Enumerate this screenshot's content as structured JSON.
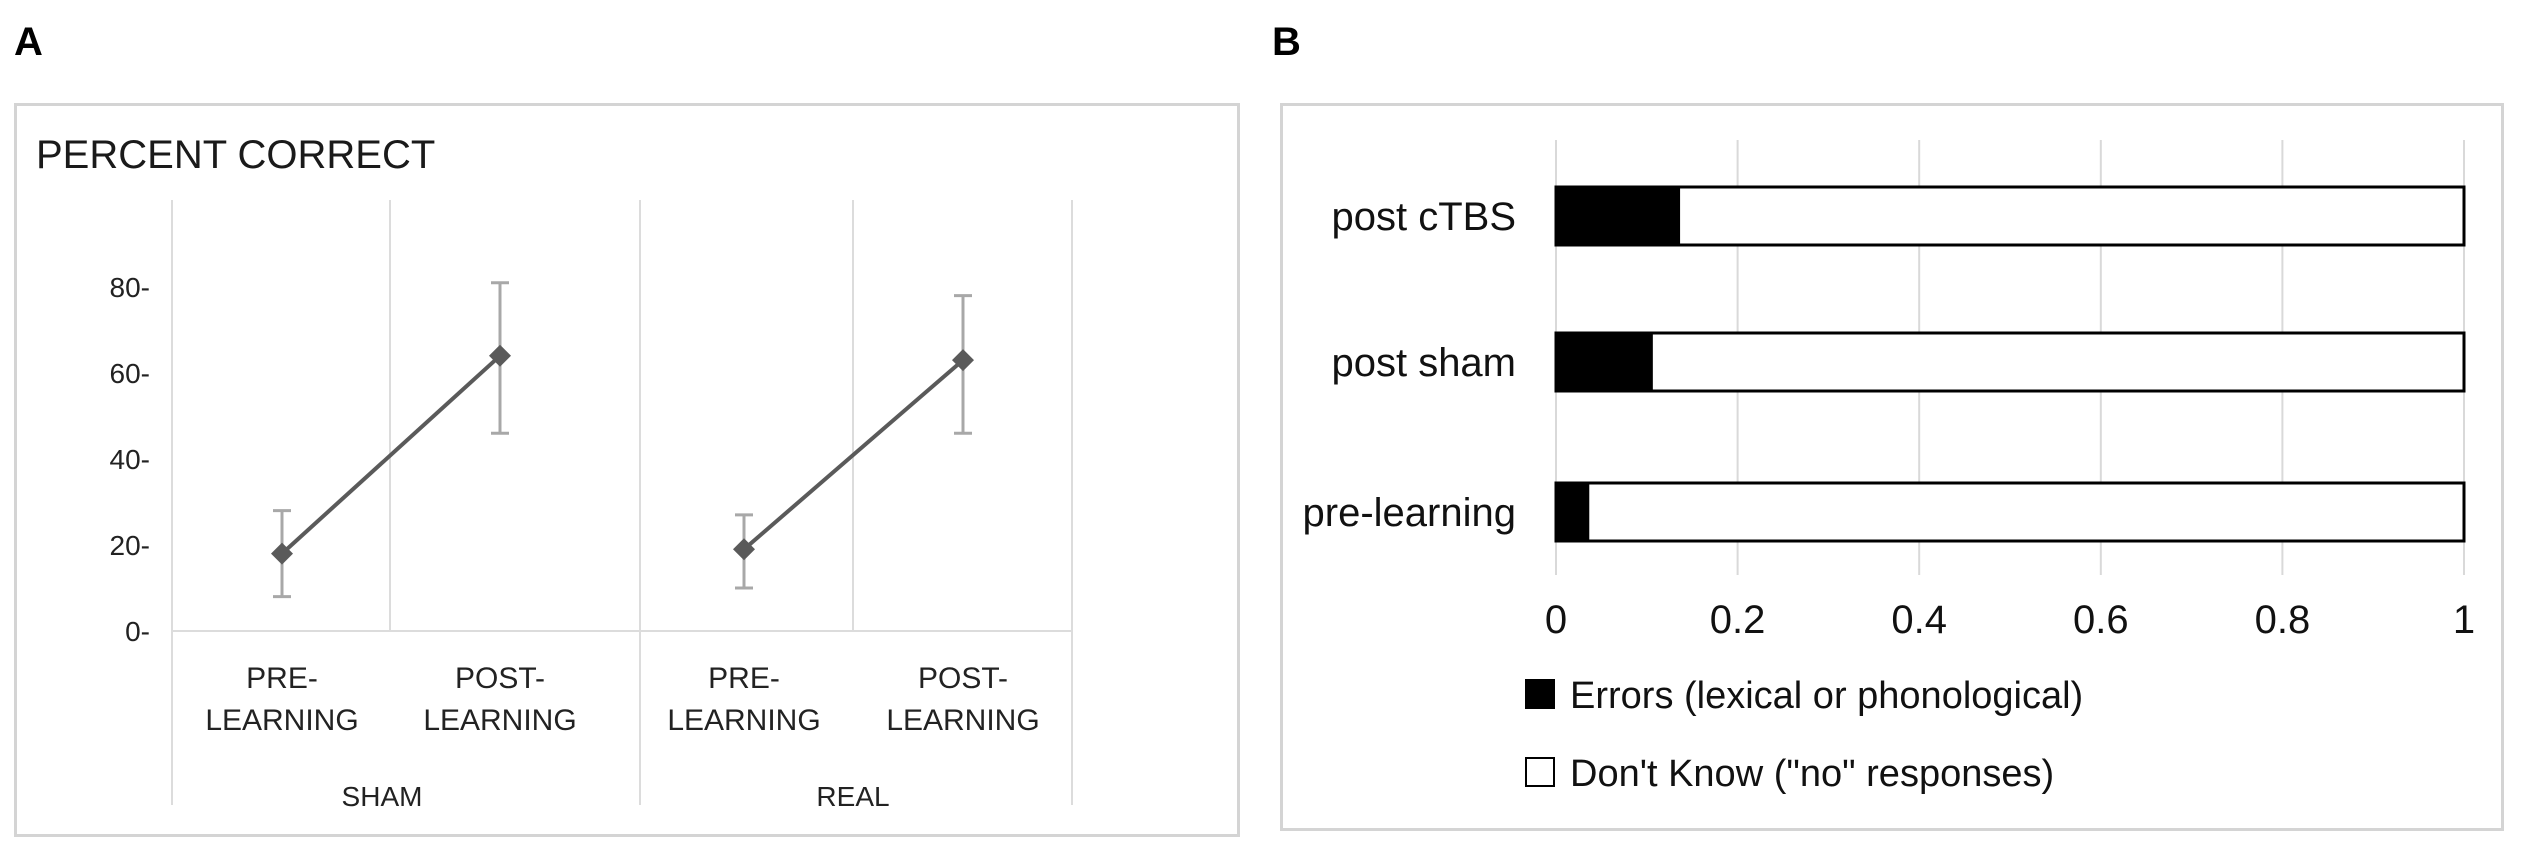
{
  "panels": {
    "a_label": "A",
    "b_label": "B"
  },
  "chart_data": [
    {
      "type": "line",
      "title": "PERCENT CORRECT",
      "ylim": [
        0,
        80
      ],
      "yticks": [
        "0",
        "20",
        "40",
        "60",
        "80"
      ],
      "groups": [
        {
          "name": "SHAM",
          "categories": [
            [
              "PRE-",
              "LEARNING"
            ],
            [
              "POST-",
              "LEARNING"
            ]
          ],
          "values": [
            18,
            64
          ],
          "error_low": [
            8,
            46
          ],
          "error_high": [
            28,
            81
          ]
        },
        {
          "name": "REAL",
          "categories": [
            [
              "PRE-",
              "LEARNING"
            ],
            [
              "POST-",
              "LEARNING"
            ]
          ],
          "values": [
            19,
            63
          ],
          "error_low": [
            10,
            46
          ],
          "error_high": [
            27,
            78
          ]
        }
      ],
      "grid": "vertical",
      "colors": {
        "line": "#5a5a5a",
        "marker": "#5a5a5a",
        "error": "#a8a8a8",
        "grid": "#dcdcdc"
      }
    },
    {
      "type": "bar",
      "orientation": "horizontal",
      "stacked": true,
      "categories": [
        "post cTBS",
        "post sham",
        "pre-learning"
      ],
      "series": [
        {
          "name": "Errors (lexical or phonological)",
          "values": [
            0.135,
            0.105,
            0.035
          ],
          "color": "#000000"
        },
        {
          "name": "Don't Know (\"no\" responses)",
          "values": [
            0.865,
            0.895,
            0.965
          ],
          "color": "#ffffff"
        }
      ],
      "xlim": [
        0,
        1
      ],
      "xticks": [
        "0",
        "0.2",
        "0.4",
        "0.6",
        "0.8",
        "1"
      ],
      "grid": "vertical",
      "legend_position": "bottom"
    }
  ]
}
